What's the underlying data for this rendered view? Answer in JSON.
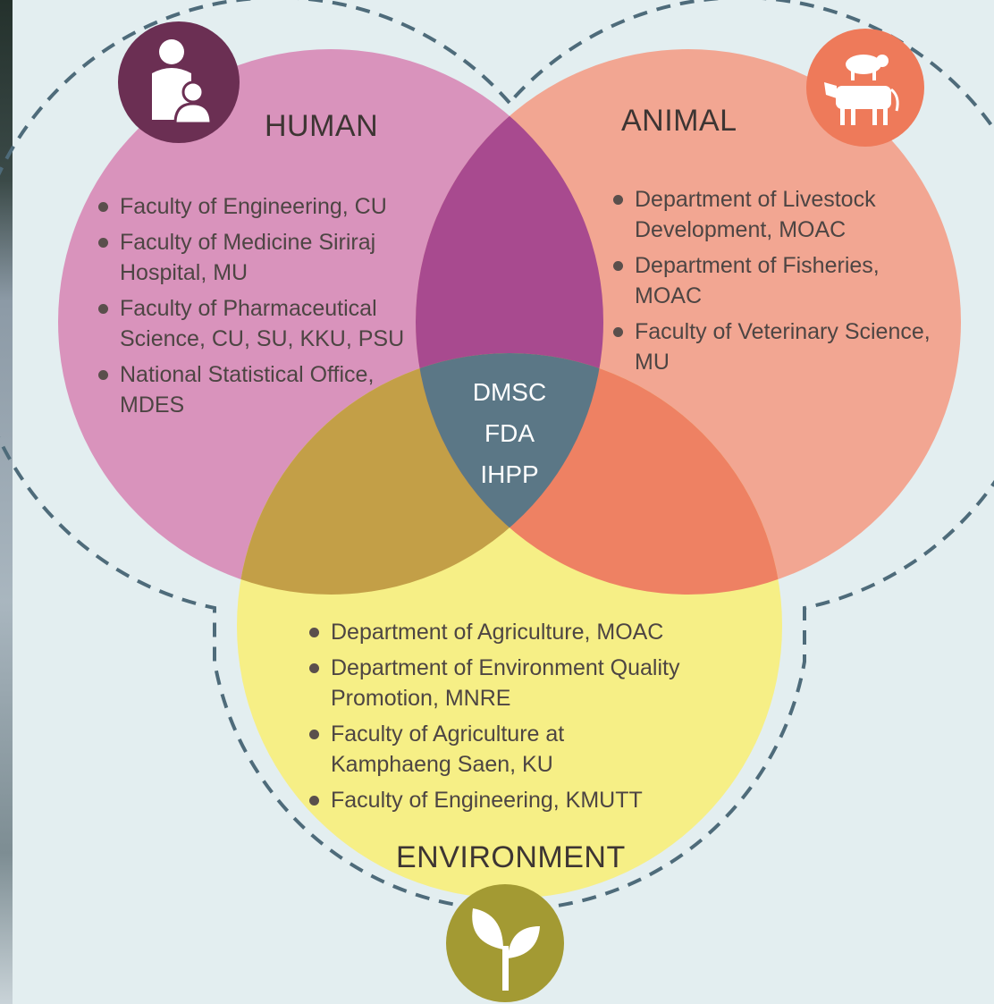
{
  "colors": {
    "human": "#d993bc",
    "animal": "#f2a692",
    "environment": "#f6ef86",
    "human_animal": "#a84a8f",
    "human_environment": "#c39f47",
    "animal_environment": "#ee8163",
    "all_three": "#5b7786",
    "human_icon_bg": "#6b2f53",
    "animal_icon_bg": "#ee7a5a",
    "environment_icon_bg": "#a39a33",
    "dashed_outline": "#4e6b7a"
  },
  "human": {
    "title": "HUMAN",
    "icon": "parent-child-icon",
    "items": [
      "Faculty of Engineering, CU",
      "Faculty of Medicine Siriraj\nHospital, MU",
      "Faculty of Pharmaceutical\nScience, CU, SU, KKU, PSU",
      "National Statistical Office,\nMDES"
    ]
  },
  "animal": {
    "title": "ANIMAL",
    "icon": "livestock-icon",
    "items": [
      "Department of Livestock\nDevelopment, MOAC",
      "Department of Fisheries,\nMOAC",
      "Faculty of Veterinary Science,\nMU"
    ]
  },
  "environment": {
    "title": "ENVIRONMENT",
    "icon": "sprout-icon",
    "items": [
      "Department of Agriculture, MOAC",
      "Department of Environment Quality\nPromotion, MNRE",
      "Faculty of Agriculture at\nKamphaeng Saen, KU",
      "Faculty of Engineering, KMUTT"
    ]
  },
  "center": {
    "labels": [
      "DMSC",
      "FDA",
      "IHPP"
    ]
  }
}
